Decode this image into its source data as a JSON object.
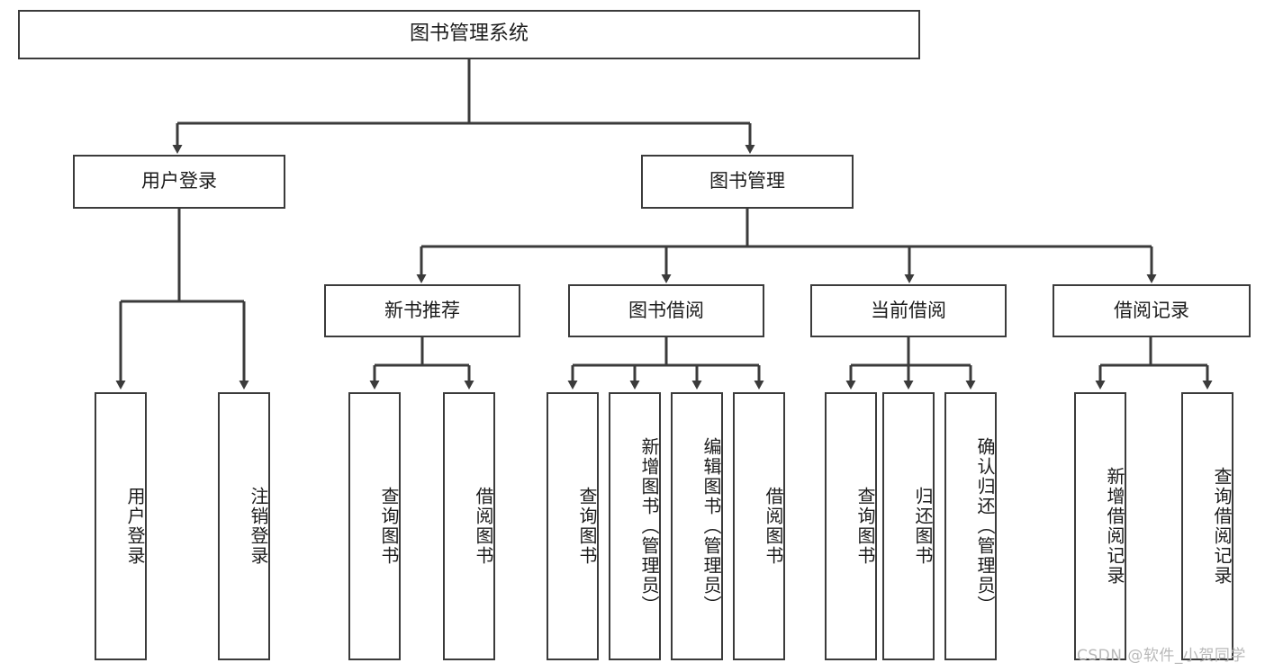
{
  "diagram": {
    "type": "tree-hierarchy-chart",
    "title": "图书管理系统",
    "root": {
      "label": "图书管理系统"
    },
    "level2": [
      {
        "label": "用户登录"
      },
      {
        "label": "图书管理"
      }
    ],
    "level3": [
      {
        "label": "新书推荐"
      },
      {
        "label": "图书借阅"
      },
      {
        "label": "当前借阅"
      },
      {
        "label": "借阅记录"
      }
    ],
    "leaves": {
      "user_login": [
        {
          "label": "用户登录"
        },
        {
          "label": "注销登录"
        }
      ],
      "new_book_recommend": [
        {
          "label": "查询图书"
        },
        {
          "label": "借阅图书"
        }
      ],
      "book_borrow": [
        {
          "label": "查询图书"
        },
        {
          "label": "新增图书（管理员）"
        },
        {
          "label": "编辑图书（管理员）"
        },
        {
          "label": "借阅图书"
        }
      ],
      "current_borrow": [
        {
          "label": "查询图书"
        },
        {
          "label": "归还图书"
        },
        {
          "label": "确认归还（管理员）"
        }
      ],
      "borrow_record": [
        {
          "label": "新增借阅记录"
        },
        {
          "label": "查询借阅记录"
        }
      ]
    }
  },
  "watermark": {
    "text": "CSDN @软件_小贺同学"
  },
  "colors": {
    "stroke": "#3b3b3b",
    "text": "#1c1c1c",
    "background": "#ffffff",
    "watermark": "#b9b9b9"
  }
}
